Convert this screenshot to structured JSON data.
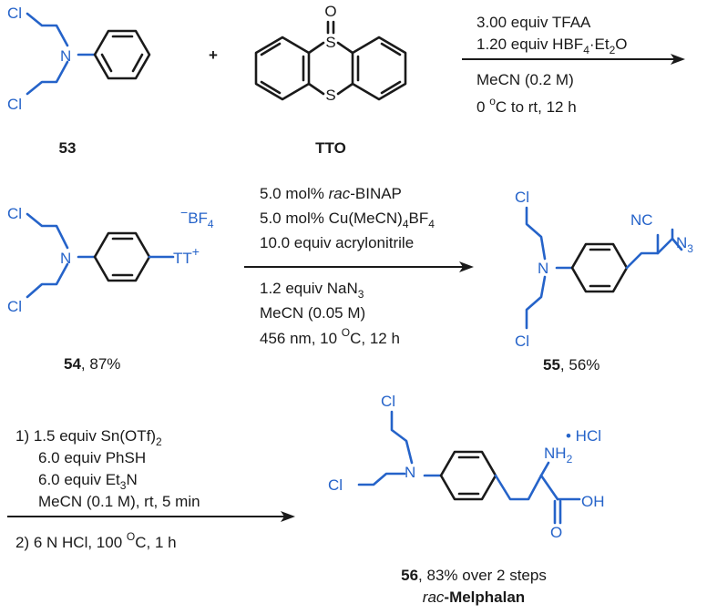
{
  "colors": {
    "ink": "#1a1a1a",
    "accent_blue": "#2563c9"
  },
  "step1": {
    "reagent_label": "53",
    "plus": "+",
    "tto_label": "TTO",
    "conditions_above": [
      "3.00 equiv TFAA",
      "1.20 equiv HBF",
      "·Et",
      "O"
    ],
    "conditions_below": [
      "MeCN (0.2 M)",
      "0 ",
      "o",
      "C to rt, 12 h"
    ]
  },
  "step2": {
    "product_label": "54",
    "product_yield": ", 87%",
    "counterion": "BF",
    "tt": "TT",
    "conditions_above": [
      "5.0 mol% ",
      "rac",
      "-BINAP",
      "5.0 mol% Cu(MeCN)",
      "BF",
      "10.0 equiv acrylonitrile"
    ],
    "conditions_below": [
      "1.2 equiv NaN",
      "MeCN (0.05 M)",
      "456 nm, 10 ",
      "C, 12 h"
    ]
  },
  "step3": {
    "product_label": "55",
    "product_yield": ", 56%"
  },
  "step4": {
    "conditions_above": [
      "1)  1.5 equiv Sn(OTf)",
      "6.0 equiv PhSH",
      "6.0 equiv Et",
      "N",
      "MeCN (0.1 M), rt, 5 min"
    ],
    "conditions_below": [
      "2)  6 N HCl, 100 ",
      "C, 1 h"
    ],
    "salt": "• HCl",
    "product_label": "56",
    "product_yield": ", 83% over 2 steps",
    "product_name_prefix": "rac",
    "product_name": "-Melphalan"
  },
  "atoms": {
    "cl": "Cl",
    "n": "N",
    "s": "S",
    "o": "O",
    "nc": "NC",
    "n3": "N",
    "nh2": "NH",
    "oh": "OH",
    "sub2": "2",
    "sub3": "3",
    "sub4": "4",
    "minus": "−",
    "plus_sup": "+"
  }
}
